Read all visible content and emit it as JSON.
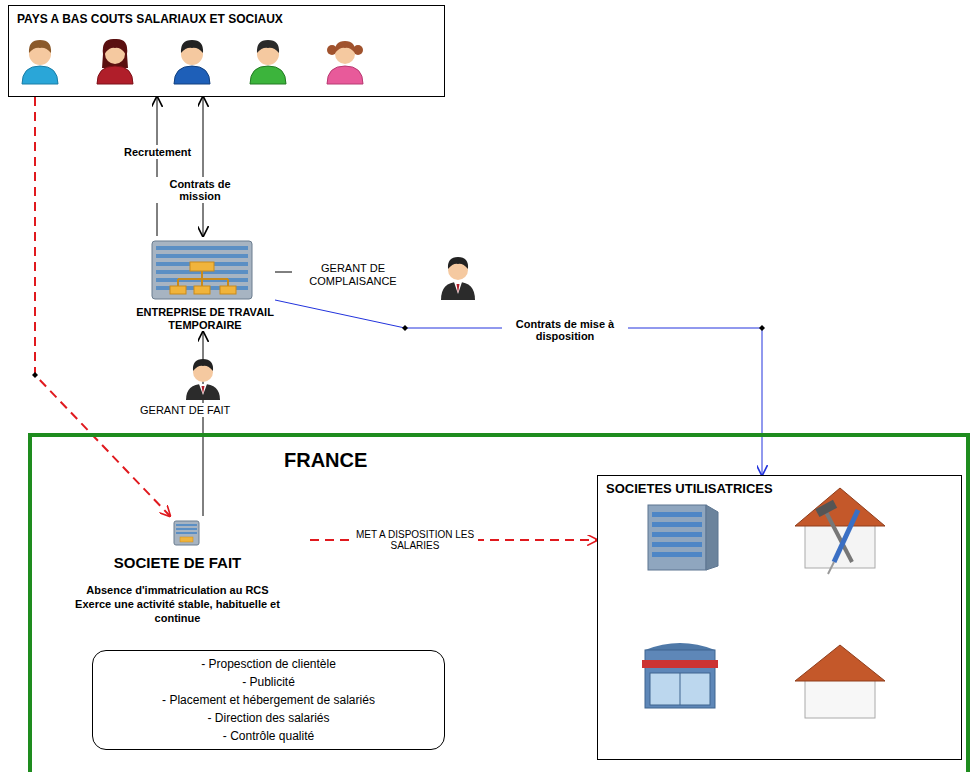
{
  "diagram": {
    "nodes": [
      {
        "text": [
          "PAYS A BAS COUTS SALARIAUX ET SOCIAUX"
        ]
      },
      {
        "text": [
          "ENTREPRISE DE TRAVAIL TEMPORAIRE"
        ]
      },
      {
        "text": [
          "GERANT DE COMPLAISANCE"
        ]
      },
      {
        "text": [
          "FRANCE"
        ]
      },
      {
        "text": [
          "SOCIETE DE FAIT",
          "Absence d'immatriculation au RCS Exerce une activité stable, habituelle et continue"
        ],
        "in": 3
      },
      {
        "text": [
          "- Propesction de clientèle",
          "- Publicité",
          "- Placement et hébergement de salariés",
          "- Direction des salariés",
          "- Contrôle qualité"
        ],
        "in": 3
      },
      {
        "text": [
          "SOCIETES UTILISATRICES"
        ],
        "in": 3
      }
    ],
    "edges": [
      {
        "from": 1,
        "to": 0,
        "label": "Recrutement",
        "arrow": "to"
      },
      {
        "from": 0,
        "to": 1,
        "label": "Contrats de mission",
        "arrow": "both"
      },
      {
        "from": 1,
        "to": 2,
        "arrow": "none"
      },
      {
        "from": 1,
        "to": 6,
        "label": "Contrats de mise à disposition",
        "arrow": "to"
      },
      {
        "from": 4,
        "to": 1,
        "label": "GERANT DE FAIT",
        "arrow": "to"
      },
      {
        "from": 0,
        "to": 4,
        "arrow": "to"
      },
      {
        "from": 4,
        "to": 6,
        "label": "MET A DISPOSITION LES SALARIES",
        "arrow": "to"
      }
    ]
  }
}
